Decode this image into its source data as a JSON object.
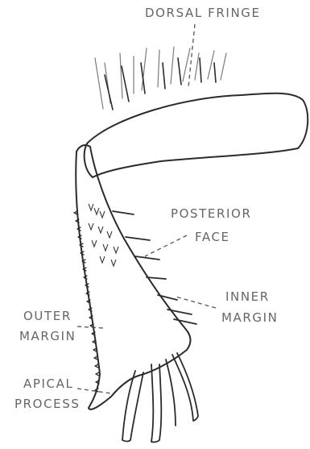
{
  "labels": {
    "dorsal_fringe": "DORSAL FRINGE",
    "posterior_face": [
      "POSTERIOR",
      "FACE"
    ],
    "inner_margin": [
      "INNER",
      "MARGIN"
    ],
    "outer_margin": [
      "OUTER",
      "MARGIN"
    ],
    "apical_process": [
      "APICAL",
      "PROCESS"
    ]
  }
}
